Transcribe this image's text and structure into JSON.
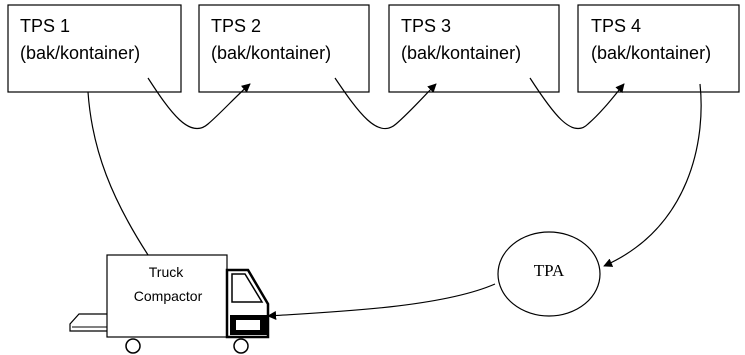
{
  "stations": [
    {
      "name": "TPS 1",
      "type": "(bak/kontainer)"
    },
    {
      "name": "TPS 2",
      "type": "(bak/kontainer)"
    },
    {
      "name": "TPS 3",
      "type": "(bak/kontainer)"
    },
    {
      "name": "TPS 4",
      "type": "(bak/kontainer)"
    }
  ],
  "truck": {
    "line1": "Truck",
    "line2": "Compactor"
  },
  "disposal": {
    "label": "TPA"
  }
}
